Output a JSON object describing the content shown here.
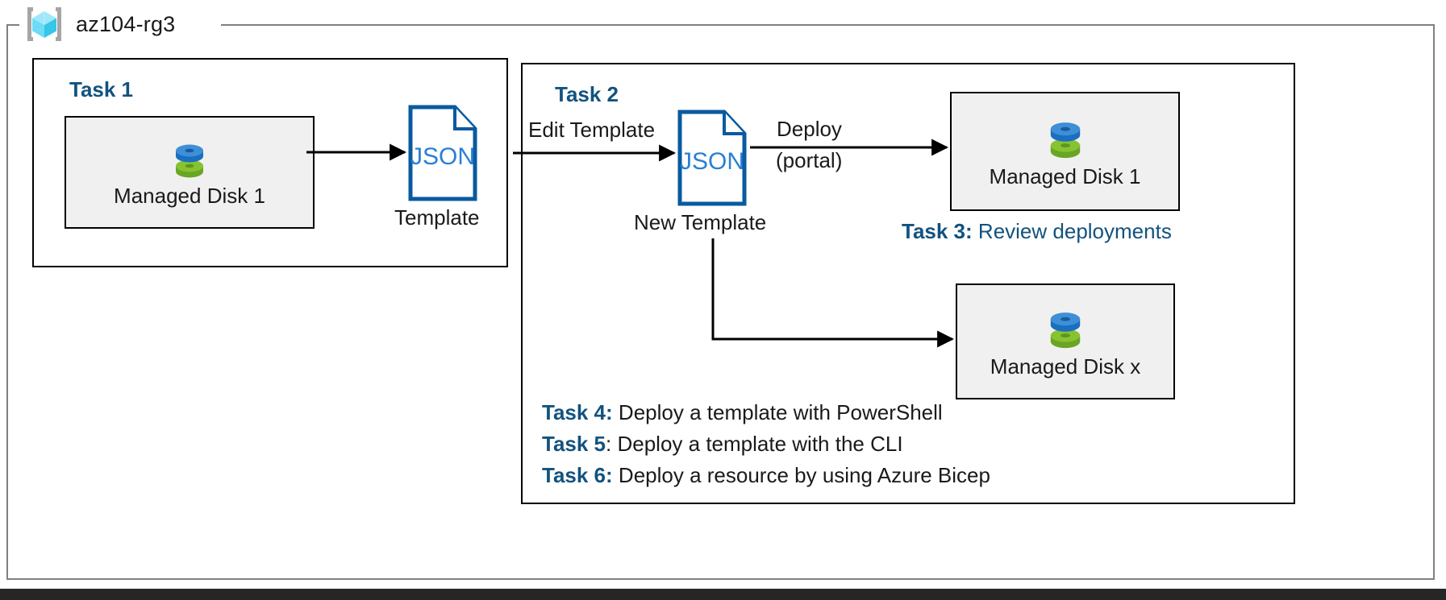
{
  "resource_group": {
    "name": "az104-rg3",
    "icon": "azure-resource-group-cube-icon"
  },
  "tasks": {
    "task1": {
      "heading": "Task 1",
      "resource": {
        "label": "Managed Disk 1",
        "icon": "managed-disk-icon"
      },
      "document": {
        "icon": "json-file-icon",
        "file_type": "JSON",
        "caption": "Template"
      }
    },
    "task2": {
      "heading": "Task 2",
      "edit_label": "Edit Template",
      "document": {
        "icon": "json-file-icon",
        "file_type": "JSON",
        "caption": "New Template"
      },
      "deploy_label_line1": "Deploy",
      "deploy_label_line2": "(portal)",
      "target_portal": {
        "label": "Managed Disk 1",
        "icon": "managed-disk-icon"
      },
      "target_script": {
        "label": "Managed Disk x",
        "icon": "managed-disk-icon"
      }
    }
  },
  "notes": [
    {
      "id": "task3",
      "task": "Task 3",
      "separator": ":",
      "separator_style": "blue",
      "description": "Review deployments",
      "description_color": "blue"
    },
    {
      "id": "task4",
      "task": "Task 4",
      "separator": ":",
      "separator_style": "blue",
      "description": "Deploy a template with PowerShell",
      "description_color": "black"
    },
    {
      "id": "task5",
      "task": "Task 5",
      "separator": ":",
      "separator_style": "black",
      "description": "Deploy a template with the CLI",
      "description_color": "black"
    },
    {
      "id": "task6",
      "task": "Task 6",
      "separator": ":",
      "separator_style": "blue",
      "description": "Deploy a resource by using Azure Bicep",
      "description_color": "black"
    }
  ],
  "colors": {
    "task_heading_blue": "#12527e",
    "json_outline_blue": "#0a5aa0",
    "json_text_blue": "#2a7fd4",
    "disk_blue": "#3f8fd8",
    "disk_green": "#7ab72b",
    "resource_box_fill": "#f0f0f0",
    "frame_gray": "#808080",
    "cube_cyan": "#56d6f5",
    "text_black": "#1a1a1a"
  }
}
